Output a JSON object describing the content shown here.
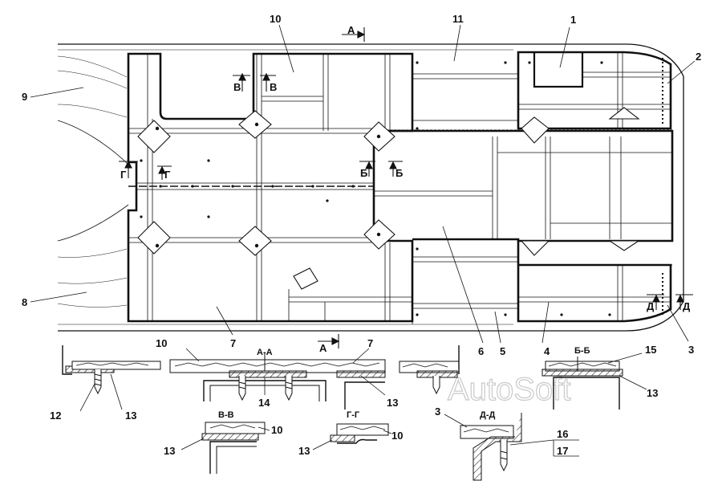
{
  "diagram": {
    "labels": {
      "l1": "1",
      "l2": "2",
      "l3": "3",
      "l4": "4",
      "l5": "5",
      "l6": "6",
      "l7": "7",
      "l8": "8",
      "l9": "9",
      "l10": "10",
      "l11": "11",
      "l3b": "3",
      "l7b": "7",
      "l10b": "10",
      "l10c": "10",
      "l10d": "10",
      "l12": "12",
      "l13a": "13",
      "l13b": "13",
      "l13c": "13",
      "l13d": "13",
      "l13e": "13",
      "l14": "14",
      "l15": "15",
      "l16": "16",
      "l17": "17"
    },
    "section_marks": {
      "a_top": "А",
      "a_bottom": "А",
      "v1": "В",
      "v2": "В",
      "g1": "Г",
      "g2": "Г",
      "b1": "Б",
      "b2": "Б",
      "d1": "Д",
      "d2": "Д"
    },
    "section_titles": {
      "aa": "А-А",
      "bb": "Б-Б",
      "vv": "В-В",
      "gg": "Г-Г",
      "dd": "Д-Д"
    },
    "watermark": "AutoSoft"
  }
}
